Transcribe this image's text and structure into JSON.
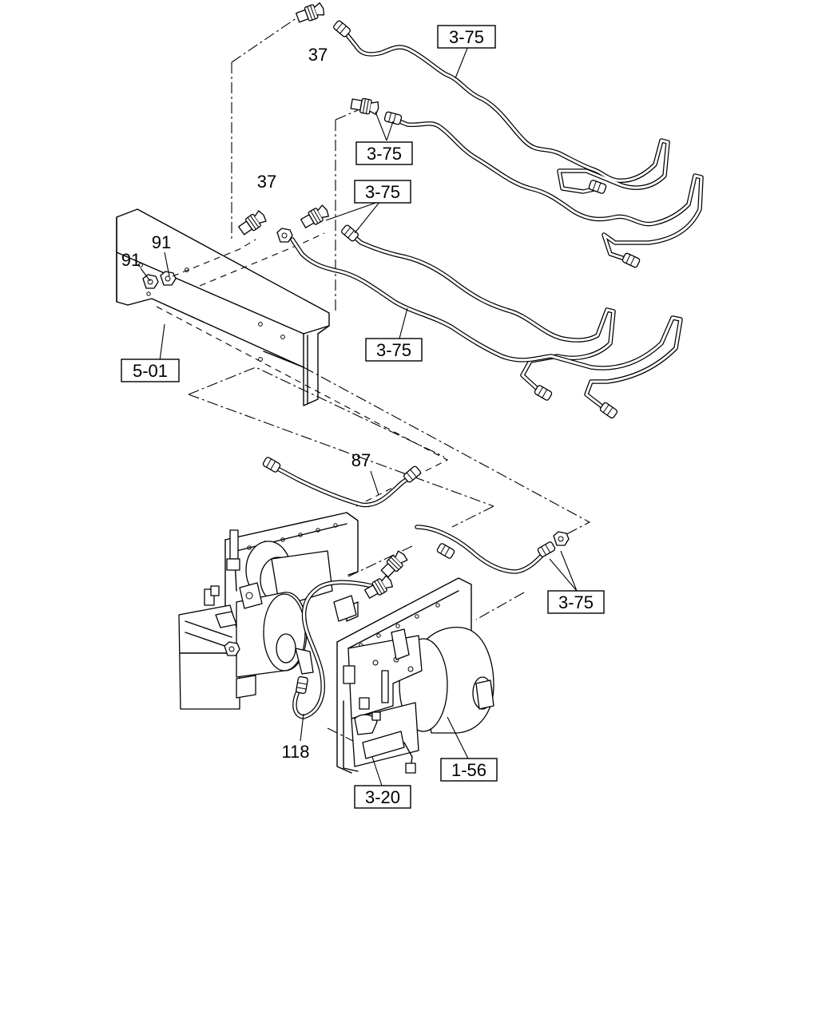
{
  "labels": {
    "l_3_75_top": "3-75",
    "l_37_top": "37",
    "l_3_75_mid": "3-75",
    "l_37_mid": "37",
    "l_3_75_center": "3-75",
    "l_91_upper": "91",
    "l_91_lower": "91",
    "l_5_01": "5-01",
    "l_3_75_lower": "3-75",
    "l_87": "87",
    "l_3_75_right": "3-75",
    "l_118": "118",
    "l_1_56": "1-56",
    "l_3_20": "3-20"
  }
}
